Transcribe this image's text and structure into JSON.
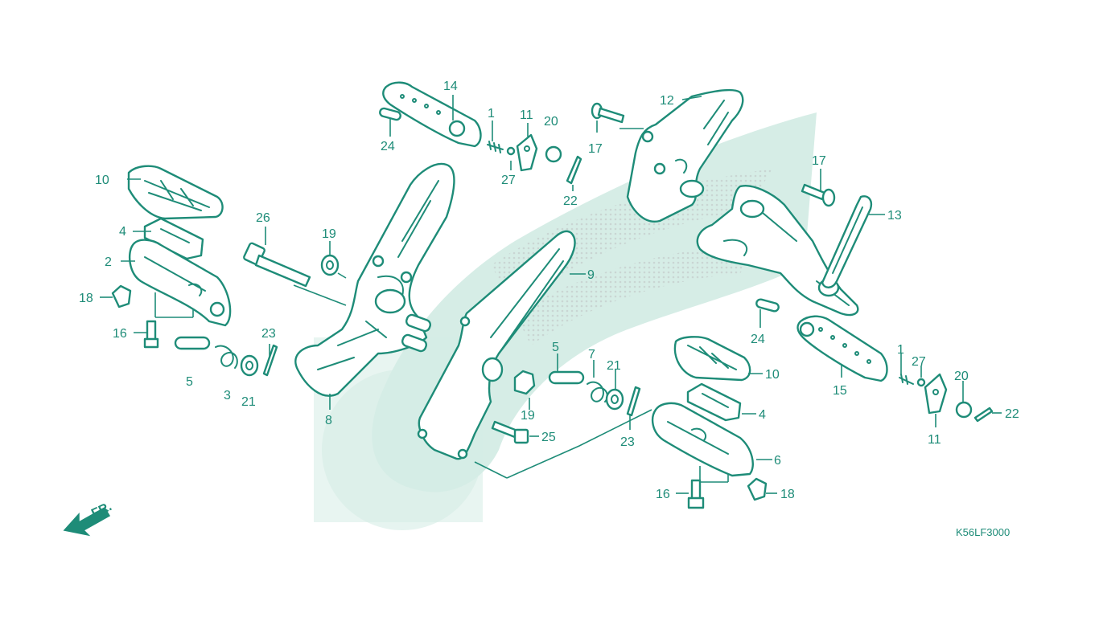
{
  "diagram": {
    "drawing_code": "K56LF3000",
    "direction_label": "FR.",
    "accent_color": "#1e8c78",
    "watermark_color": "#d6ede6",
    "callouts": [
      "1",
      "1",
      "2",
      "3",
      "4",
      "4",
      "5",
      "5",
      "6",
      "7",
      "8",
      "9",
      "10",
      "10",
      "11",
      "11",
      "12",
      "13",
      "14",
      "15",
      "16",
      "16",
      "17",
      "17",
      "18",
      "18",
      "19",
      "19",
      "20",
      "20",
      "21",
      "21",
      "22",
      "22",
      "23",
      "23",
      "24",
      "24",
      "25",
      "26",
      "27",
      "27"
    ]
  }
}
